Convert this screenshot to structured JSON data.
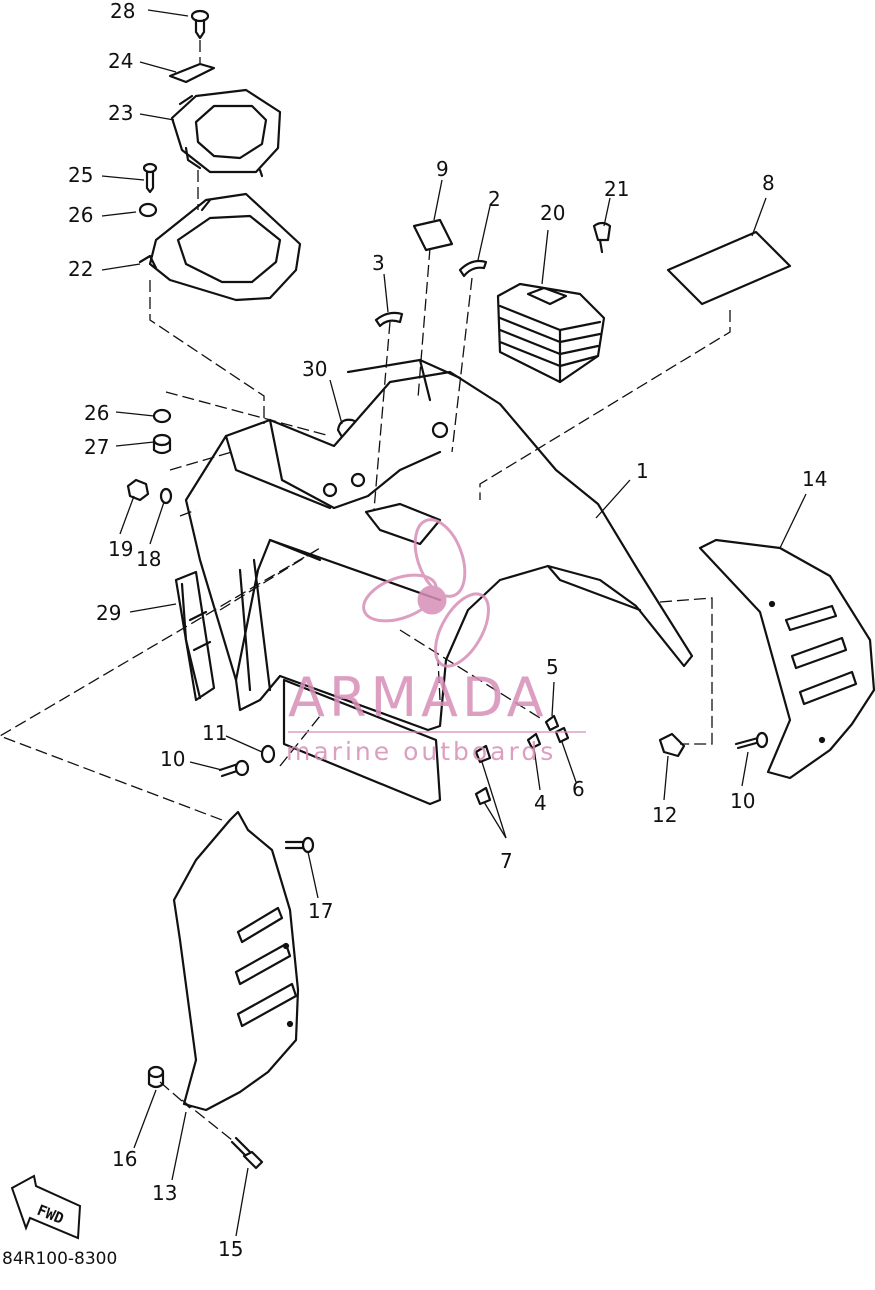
{
  "diagram": {
    "part_code": "84R100-8300",
    "fwd_label": "FWD",
    "callouts": [
      "28",
      "24",
      "23",
      "25",
      "26",
      "22",
      "9",
      "2",
      "20",
      "21",
      "8",
      "3",
      "30",
      "26",
      "27",
      "19",
      "18",
      "29",
      "1",
      "14",
      "11",
      "10",
      "5",
      "4",
      "6",
      "12",
      "10",
      "7",
      "17",
      "16",
      "13",
      "15"
    ]
  },
  "watermark": {
    "brand": "ARMADA",
    "tagline": "marine outboards",
    "color": "#d78fb7"
  }
}
